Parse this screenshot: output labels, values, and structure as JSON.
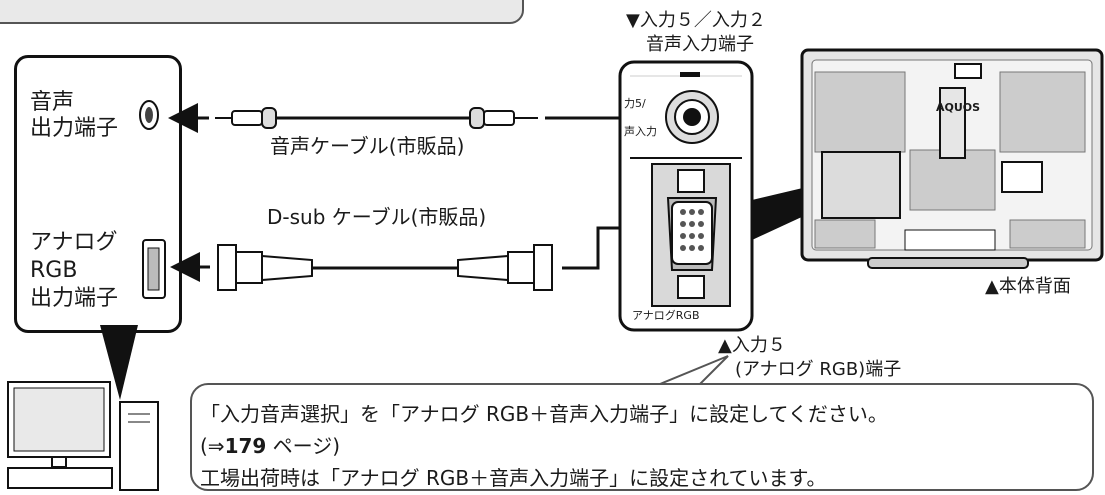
{
  "pc_panel": {
    "audio_out": [
      "音声",
      "出力端子"
    ],
    "rgb_out": [
      "アナログ",
      "RGB",
      "出力端子"
    ]
  },
  "cables": {
    "audio": "音声ケーブル(市販品)",
    "dsub": "D-sub ケーブル(市販品)"
  },
  "tv_callouts": {
    "audio_in": [
      "▼入力５／入力２",
      "音声入力端子"
    ],
    "rgb_in": [
      "▲入力５",
      "(アナログ RGB)端子"
    ],
    "rear_label": "▲本体背面",
    "brand": "AQUOS",
    "panel_text_1": "力5/",
    "panel_text_2": "声入力",
    "panel_text_3": "アナログRGB"
  },
  "note": {
    "line1": "「入力音声選択」を「アナログ RGB＋音声入力端子」に設定してください。",
    "line2_prefix": "(⇒",
    "line2_page": "179",
    "line2_suffix": " ページ)",
    "line3": "工場出荷時は「アナログ RGB＋音声入力端子」に設定されています。"
  },
  "colors": {
    "line": "#1a1a1a",
    "panel_gray": "#d9d9d9",
    "tv_gray": "#e6e6e6"
  }
}
